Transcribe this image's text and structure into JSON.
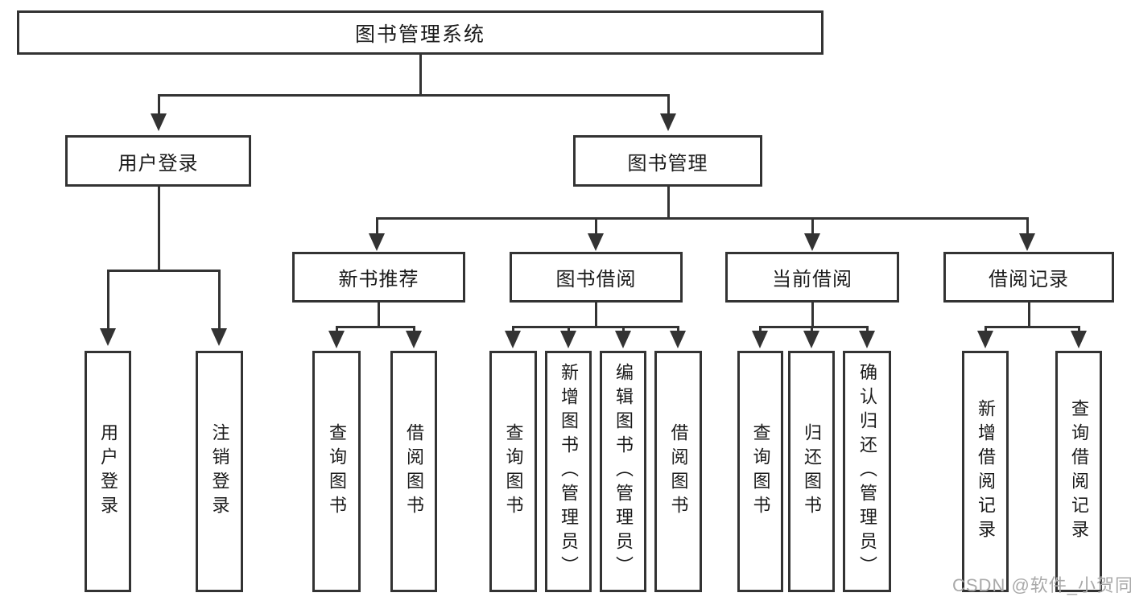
{
  "diagram": {
    "type": "hierarchy-tree",
    "root": {
      "label": "图书管理系统"
    },
    "branches": {
      "user": {
        "label": "用户登录",
        "children": [
          {
            "label": "用户登录"
          },
          {
            "label": "注销登录"
          }
        ]
      },
      "book": {
        "label": "图书管理",
        "sections": [
          {
            "label": "新书推荐",
            "children": [
              {
                "label": "查询图书"
              },
              {
                "label": "借阅图书"
              }
            ]
          },
          {
            "label": "图书借阅",
            "children": [
              {
                "label": "查询图书"
              },
              {
                "label": "新增图书（管理员）"
              },
              {
                "label": "编辑图书（管理员）"
              },
              {
                "label": "借阅图书"
              }
            ]
          },
          {
            "label": "当前借阅",
            "children": [
              {
                "label": "查询图书"
              },
              {
                "label": "归还图书"
              },
              {
                "label": "确认归还（管理员）"
              }
            ]
          },
          {
            "label": "借阅记录",
            "children": [
              {
                "label": "新增借阅记录"
              },
              {
                "label": "查询借阅记录"
              }
            ]
          }
        ]
      }
    }
  },
  "watermark": {
    "text": "CSDN @软件_小贺同学",
    "color": "#a9a9a9"
  },
  "colors": {
    "line": "#333333",
    "box_border": "#333333",
    "text": "#1a1a1a",
    "background": "#ffffff"
  }
}
